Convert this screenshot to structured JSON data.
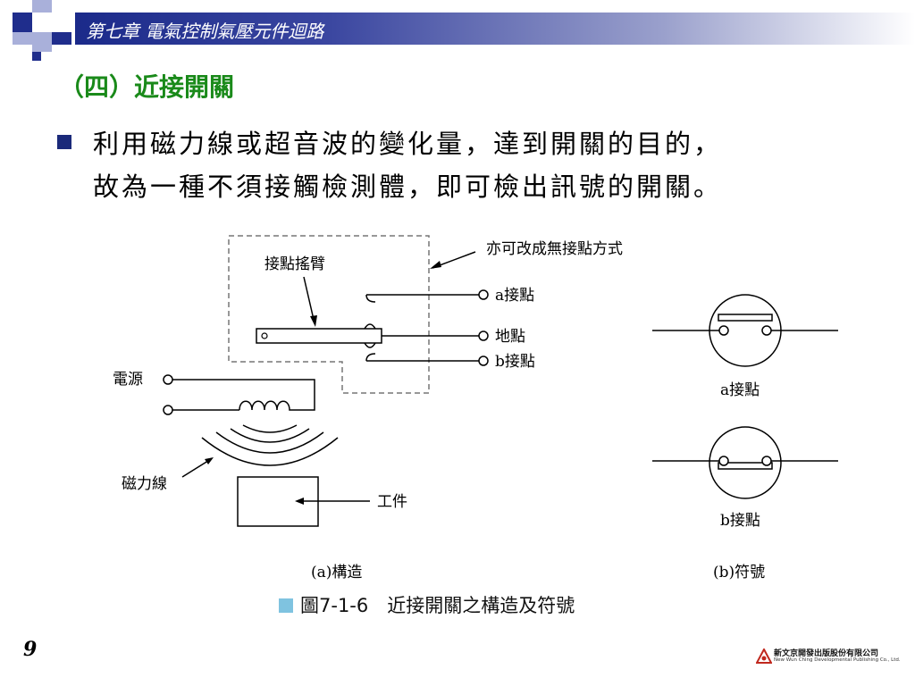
{
  "header": {
    "chapter_title": "第七章 電氣控制氣壓元件迴路"
  },
  "section": {
    "title": "（四）近接開關"
  },
  "bullet": {
    "line1": "利用磁力線或超音波的變化量，達到開關的目的，",
    "line2": "故為一種不須接觸檢測體，即可檢出訊號的開關。"
  },
  "figure": {
    "labels": {
      "note": "亦可改成無接點方式",
      "contact_arm": "接點搖臂",
      "a_contact": "a接點",
      "ground": "地點",
      "b_contact": "b接點",
      "power": "電源",
      "magnetic_lines": "磁力線",
      "workpiece": "工件",
      "sub_a": "(a)構造",
      "symbol_a": "a接點",
      "symbol_b": "b接點",
      "sub_b": "(b)符號"
    },
    "caption": "圖7-1-6　近接開關之構造及符號"
  },
  "footer": {
    "page_number": "9",
    "publisher_name": "新文京開發出版股份有限公司",
    "publisher_en": "New Wun Ching Developmental Publishing Co., Ltd."
  }
}
